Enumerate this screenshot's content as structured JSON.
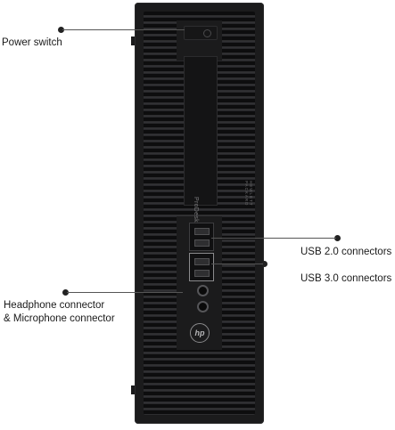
{
  "callouts": {
    "power_switch": "Power switch",
    "usb2": "USB 2.0 connectors",
    "usb3": "USB 3.0 connectors",
    "headphone_line1": "Headphone connector",
    "headphone_line2": "& Microphone connector"
  },
  "device": {
    "model_text": "ProDesk",
    "side_text": "HEWLETT PACKARD",
    "logo_text": "hp"
  }
}
